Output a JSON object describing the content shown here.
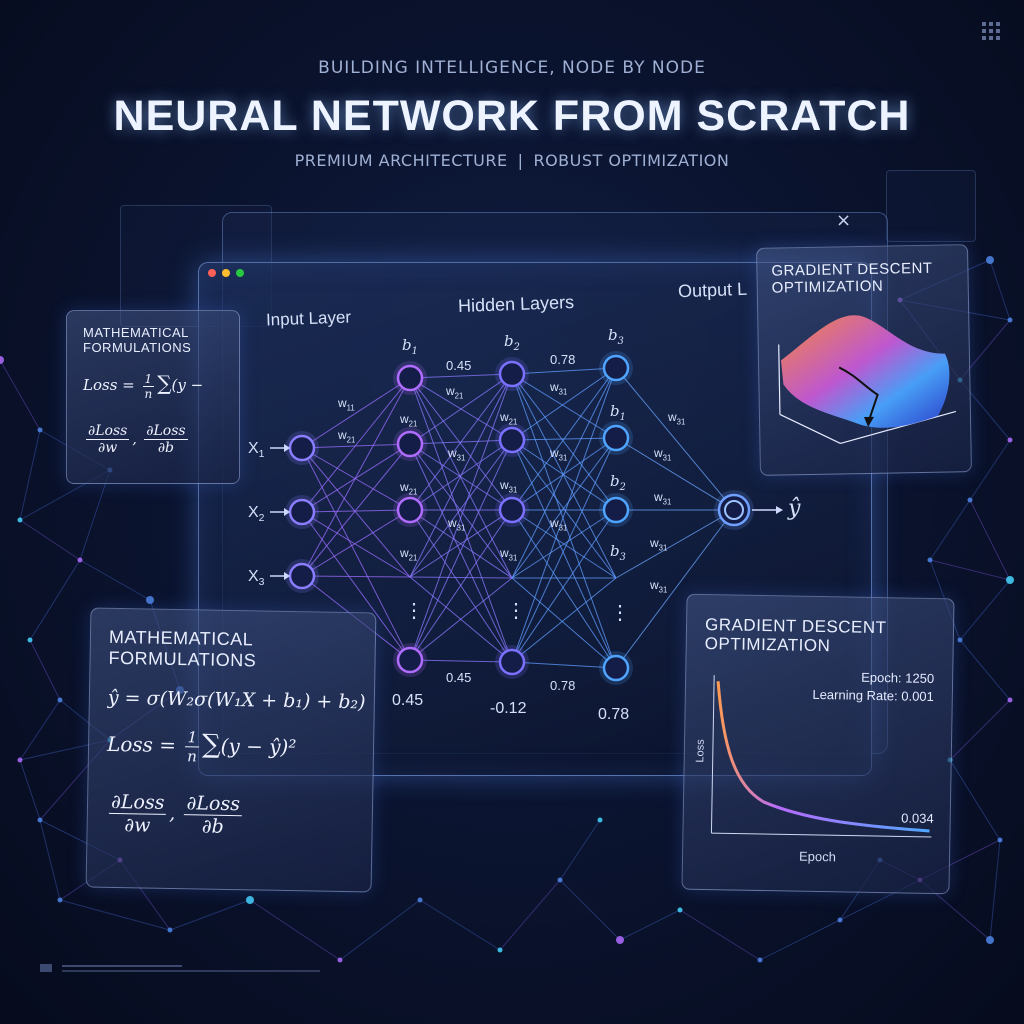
{
  "header": {
    "subtitle": "BUILDING INTELLIGENCE, NODE BY NODE",
    "title": "NEURAL NETWORK FROM SCRATCH",
    "tagline_left": "PREMIUM ARCHITECTURE",
    "tagline_sep": "|",
    "tagline_right": "ROBUST OPTIMIZATION"
  },
  "window": {
    "close_glyph": "×",
    "dot_colors": [
      "#ff5f57",
      "#febc2e",
      "#28c840"
    ]
  },
  "network": {
    "input_layer_label": "Input Layer",
    "hidden_layers_label": "Hidden Layers",
    "output_layer_label": "Output L",
    "inputs": [
      {
        "base": "X",
        "sub": "1"
      },
      {
        "base": "X",
        "sub": "2"
      },
      {
        "base": "X",
        "sub": "3"
      }
    ],
    "output_label": "ŷ",
    "bias_top": [
      {
        "base": "b",
        "sub": "1"
      },
      {
        "base": "b",
        "sub": "2"
      },
      {
        "base": "b",
        "sub": "3"
      }
    ],
    "bias_right": [
      {
        "base": "b",
        "sub": "1"
      },
      {
        "base": "b",
        "sub": "2"
      },
      {
        "base": "b",
        "sub": "3"
      }
    ],
    "weights_col1": [
      {
        "base": "w",
        "sub": "11"
      },
      {
        "base": "w",
        "sub": "21"
      }
    ],
    "weights_col2": [
      {
        "base": "w",
        "sub": "21"
      },
      {
        "base": "w",
        "sub": "21"
      },
      {
        "base": "w",
        "sub": "21"
      },
      {
        "base": "w",
        "sub": "31"
      },
      {
        "base": "w",
        "sub": "31"
      }
    ],
    "weights_col3": [
      {
        "base": "w",
        "sub": "21"
      },
      {
        "base": "w",
        "sub": "31"
      },
      {
        "base": "w",
        "sub": "31"
      },
      {
        "base": "w",
        "sub": "31"
      },
      {
        "base": "w",
        "sub": "31"
      }
    ],
    "weights_col4": [
      {
        "base": "w",
        "sub": "31"
      },
      {
        "base": "w",
        "sub": "31"
      },
      {
        "base": "w",
        "sub": "31"
      },
      {
        "base": "w",
        "sub": "31"
      },
      {
        "base": "w",
        "sub": "31"
      }
    ],
    "weights_top_row": [
      {
        "base": "w",
        "sub": "21"
      },
      {
        "base": "w",
        "sub": "31"
      }
    ],
    "top_values": [
      "0.45",
      "0.78"
    ],
    "bottom_edge_values": [
      "0.45",
      "0.78"
    ],
    "column_values": [
      "0.45",
      "-0.12",
      "0.78"
    ],
    "ellipsis": "⋮"
  },
  "left_small_panel": {
    "title_line1": "MATHEMATICAL",
    "title_line2": "FORMULATIONS",
    "loss_text": "Loss",
    "one": "1",
    "n": "n",
    "sum": "∑",
    "partial_y": "(y −",
    "dloss": "∂Loss",
    "dw": "∂w",
    "db": "∂b"
  },
  "big_math_panel": {
    "title_line1": "MATHEMATICAL",
    "title_line2": "FORMULATIONS",
    "eq1": "ŷ = σ(W₂σ(W₁X + b₁) + b₂)",
    "loss_text": "Loss",
    "one": "1",
    "n": "n",
    "sum": "∑",
    "tail": "(y − ŷ)²",
    "dloss": "∂Loss",
    "dw": "∂w",
    "db": "∂b",
    "comma": ","
  },
  "surface_panel": {
    "title_line1": "GRADIENT DESCENT",
    "title_line2": "OPTIMIZATION"
  },
  "loss_panel": {
    "title_line1": "GRADIENT DESCENT",
    "title_line2": "OPTIMIZATION",
    "epoch_text": "Epoch: 1250",
    "lr_text": "Learning Rate: 0.001",
    "y_axis_label": "Loss",
    "x_axis_label": "Epoch",
    "final_loss": "0.034"
  },
  "colors": {
    "accent_purple": "#b06cff",
    "accent_blue": "#4fa4ff",
    "accent_cyan": "#47d6ff",
    "background": "#0b1430"
  }
}
